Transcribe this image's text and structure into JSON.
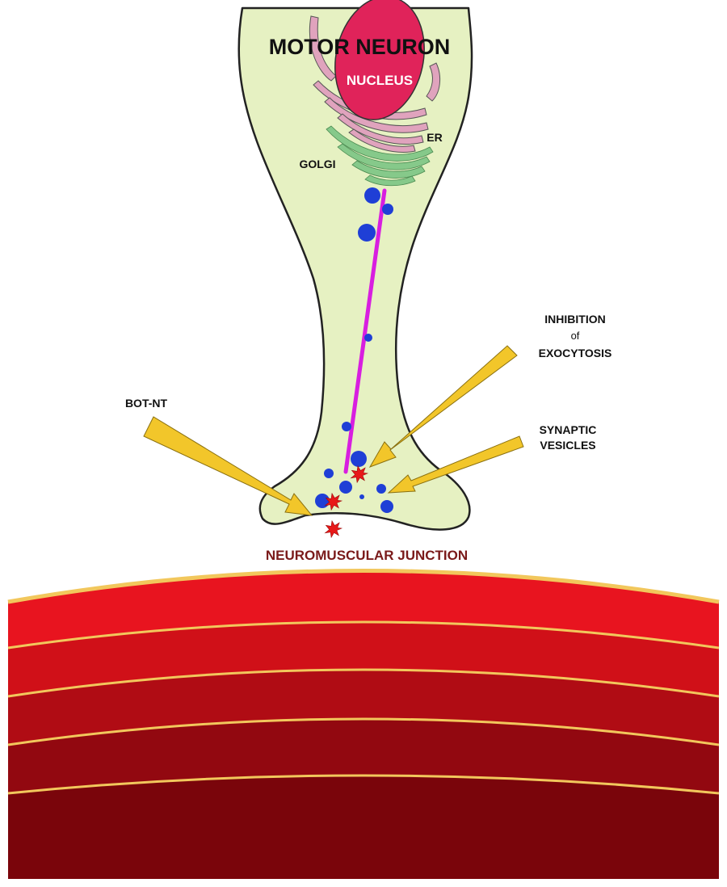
{
  "labels": {
    "motor_neuron": "MOTOR NEURON",
    "nucleus": "NUCLEUS",
    "er": "ER",
    "golgi": "GOLGI",
    "inhibition_line1": "INHIBITION",
    "inhibition_line2": "of",
    "inhibition_line3": "EXOCYTOSIS",
    "bot_nt": "BOT-NT",
    "synaptic_line1": "SYNAPTIC",
    "synaptic_line2": "VESICLES",
    "neuromuscular_junction": "NEUROMUSCULAR JUNCTION"
  },
  "colors": {
    "neuron_fill": "#e6f1c2",
    "neuron_outline": "#222222",
    "nucleus": "#e0235a",
    "er": "#e0a3bd",
    "golgi": "#86c98a",
    "microtubule": "#d81ee0",
    "vesicle": "#1f3fd6",
    "toxin": "#e81818",
    "arrow": "#f2c62a",
    "muscle_band_1": "#e8141f",
    "muscle_band_2": "#d01018",
    "muscle_band_3": "#b00c14",
    "muscle_band_4": "#920810",
    "muscle_band_5": "#7a050b",
    "muscle_boundary": "#f2c75c"
  }
}
